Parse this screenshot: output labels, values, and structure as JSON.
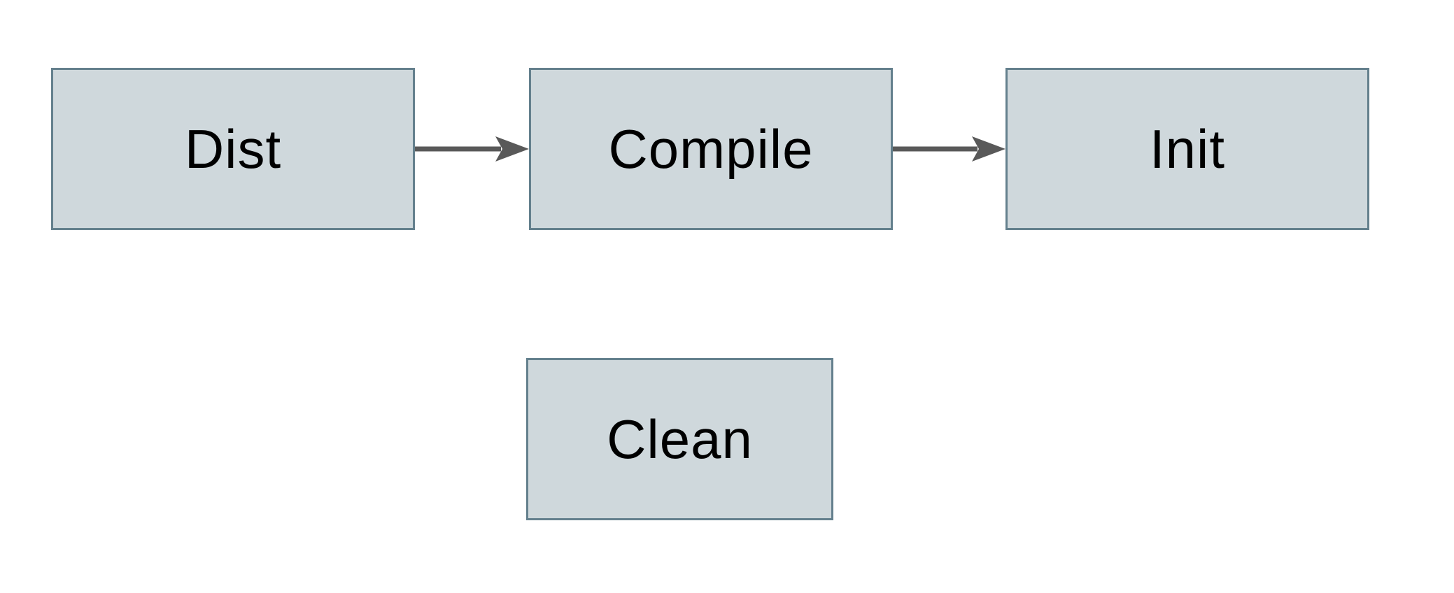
{
  "diagram": {
    "nodes": [
      {
        "id": "dist",
        "label": "Dist"
      },
      {
        "id": "compile",
        "label": "Compile"
      },
      {
        "id": "init",
        "label": "Init"
      },
      {
        "id": "clean",
        "label": "Clean"
      }
    ],
    "edges": [
      {
        "from": "dist",
        "to": "compile",
        "direction": "right"
      },
      {
        "from": "compile",
        "to": "init",
        "direction": "right"
      }
    ]
  },
  "styles": {
    "canvas_bg": "#ffffff",
    "node_fill": "#cfd8dc",
    "node_border": "#64808d",
    "arrow_color": "#595959",
    "text_color": "#000000"
  }
}
